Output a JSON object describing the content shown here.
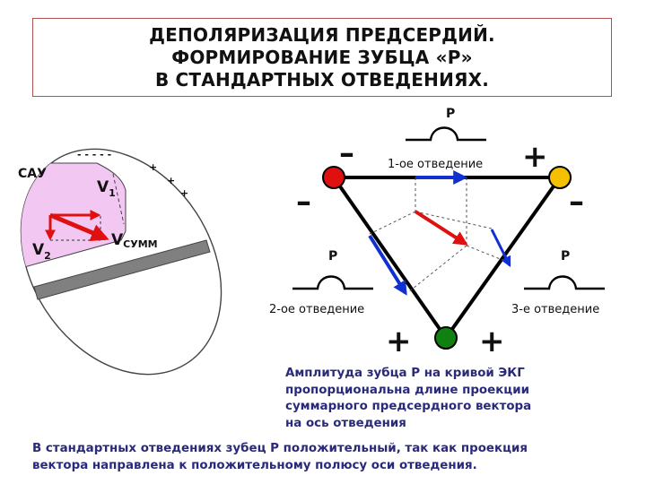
{
  "title": {
    "line1": "ДЕПОЛЯРИЗАЦИЯ ПРЕДСЕРДИЙ.",
    "line2": "ФОРМИРОВАНИЕ ЗУБЦА «Р»",
    "line3": "В СТАНДАРТНЫХ ОТВЕДЕНИЯХ."
  },
  "heart": {
    "sau_label": "САУ",
    "v1_label": "V",
    "v1_sub": "1",
    "v2_label": "V",
    "v2_sub": "2",
    "vsum_label": "V",
    "vsum_sub": "СУММ",
    "minus_signs": "- - - - -",
    "plus_sign": "+"
  },
  "triangle": {
    "lead1_label": "1-ое отведение",
    "lead2_label": "2-ое отведение",
    "lead3_label": "3-е отведение",
    "p_top": "Р",
    "p_left": "Р",
    "p_right": "Р",
    "plus": "+",
    "minus": "–"
  },
  "colors": {
    "red_electrode": "#e01010",
    "yellow_electrode": "#f5c000",
    "green_electrode": "#108010",
    "vector_red": "#e01010",
    "projection_blue": "#1030d0",
    "atrium_fill": "#f2c8f2",
    "septum_gray": "#808080"
  },
  "note": {
    "line1": "Амплитуда зубца Р на кривой ЭКГ",
    "line2": "пропорциональна длине проекции",
    "line3": "суммарного предсердного вектора",
    "line4": "на ось отведения"
  },
  "footer": {
    "line1": "В стандартных отведениях зубец Р положительный, так как проекция",
    "line2": "вектора направлена к положительному полюсу оси отведения."
  }
}
